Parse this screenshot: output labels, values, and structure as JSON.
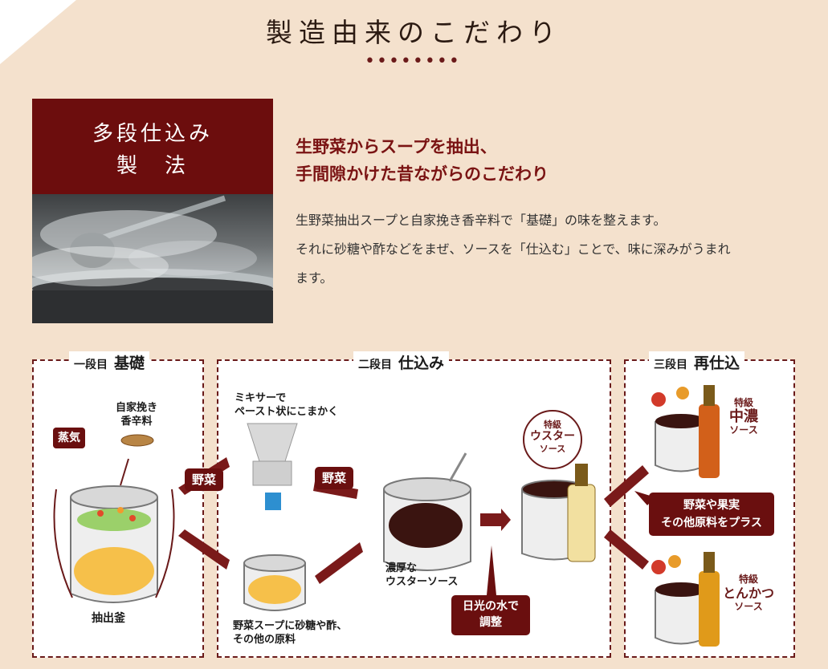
{
  "section_title": "製造由来のこだわり",
  "dots": "••••••••",
  "method_box": {
    "line1": "多段仕込み",
    "line2": "製　法"
  },
  "headline": {
    "line1": "生野菜からスープを抽出、",
    "line2": "手間隙かけた昔ながらのこだわり"
  },
  "description": {
    "line1": "生野菜抽出スープと自家挽き香辛料で「基礎」の味を整えます。",
    "line2": "それに砂糖や酢などをまぜ、ソースを「仕込む」ことで、味に深みがうまれ",
    "line3": "ます。"
  },
  "stage1": {
    "label_small": "一段目",
    "label_large": "基礎",
    "spice": "自家挽き",
    "spice2": "香辛料",
    "steam": "蒸気",
    "pot": "抽出釜"
  },
  "stage2": {
    "label_small": "二段目",
    "label_large": "仕込み",
    "mixer1": "ミキサーで",
    "mixer2": "ペースト状にこまかく",
    "veg1": "野菜",
    "veg2": "野菜",
    "soup1": "野菜スープに砂糖や酢、",
    "soup2": "その他の原料",
    "thick1": "濃厚な",
    "thick2": "ウスターソース",
    "water1": "日光の水で",
    "water2": "調整",
    "badge1": "特級",
    "badge2": "ウスター",
    "badge3": "ソース"
  },
  "stage3": {
    "label_small": "三段目",
    "label_large": "再仕込",
    "plus1": "野菜や果実",
    "plus2": "その他原料をプラス",
    "chuno1": "特級",
    "chuno2": "中濃",
    "chuno3": "ソース",
    "tonkatsu1": "特級",
    "tonkatsu2": "とんかつ",
    "tonkatsu3": "ソース"
  },
  "colors": {
    "brand": "#6c0d0d",
    "background": "#f4e1cd",
    "accent": "#7a1313"
  }
}
